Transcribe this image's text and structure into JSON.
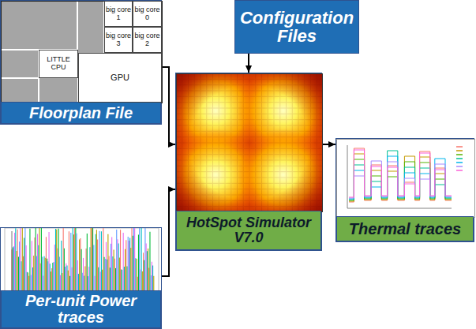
{
  "diagram": {
    "nodes": [
      {
        "text": [
          "Floorplan File"
        ]
      },
      {
        "text": [
          "big core 1"
        ],
        "in": 0
      },
      {
        "text": [
          "big core 0"
        ],
        "in": 0
      },
      {
        "text": [
          "LITTLE CPU"
        ],
        "in": 0
      },
      {
        "text": [
          "big core 3"
        ],
        "in": 0
      },
      {
        "text": [
          "big core 2"
        ],
        "in": 0
      },
      {
        "text": [
          "GPU"
        ],
        "in": 0
      },
      {
        "text": [
          "Configuration Files"
        ]
      },
      {
        "text": [
          "HotSpot Simulator V7.0"
        ]
      },
      {
        "text": [
          "Thermal traces"
        ]
      },
      {
        "text": [
          "Per-unit Power traces"
        ]
      }
    ],
    "edges": [
      {
        "from": 0,
        "to": 8,
        "arrow": "to"
      },
      {
        "from": 7,
        "to": 8,
        "arrow": "to"
      },
      {
        "from": 10,
        "to": 8,
        "arrow": "to"
      },
      {
        "from": 8,
        "to": 9,
        "arrow": "to"
      }
    ]
  }
}
